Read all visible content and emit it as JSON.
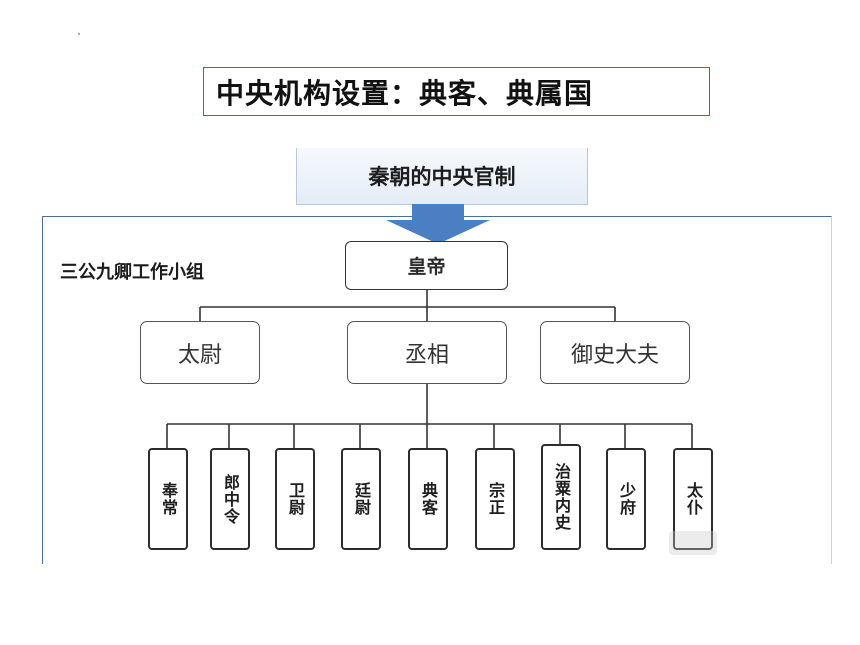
{
  "title": "中央机构设置：典客、典属国",
  "diagram": {
    "header": "秦朝的中央官制",
    "group_label": "三公九卿工作小组",
    "emperor": "皇帝",
    "sangong": [
      "太尉",
      "丞相",
      "御史大夫"
    ],
    "jiuqing": [
      "奉常",
      "郎中令",
      "卫尉",
      "廷尉",
      "典客",
      "宗正",
      "治粟内史",
      "少府",
      "太仆"
    ]
  },
  "colors": {
    "title_border": "#d9332f",
    "arrow": "#4a7fc4",
    "panel_border": "#4a6d9c"
  }
}
